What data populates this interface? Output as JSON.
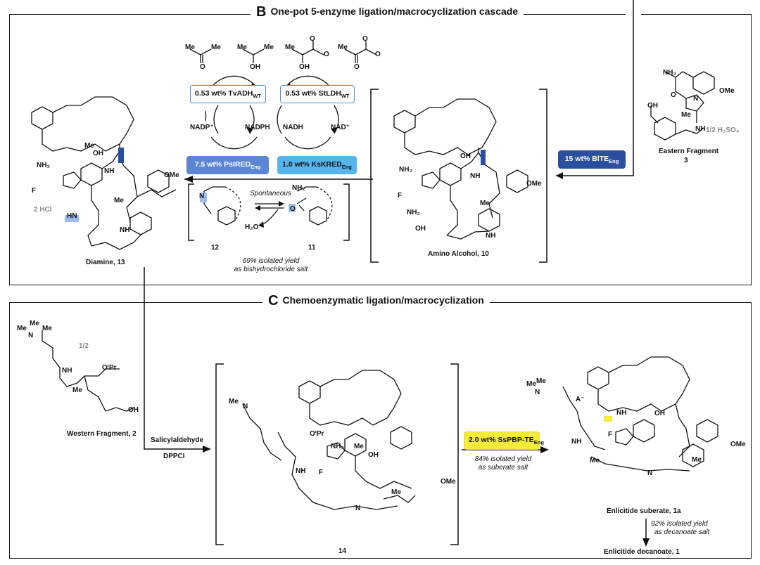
{
  "sectionB": {
    "letter": "B",
    "title": "One-pot 5-enzyme ligation/macrocyclization cascade",
    "top_cofactors": {
      "acetone": "Me‿Me (=O)",
      "isopropanol": "Me‿Me (OH)",
      "lactate": "Me (OH) CO₂⁻",
      "pyruvate": "Me (=O) CO₂⁻"
    },
    "enzymes": {
      "tvadh": "0.53 wt% TvADH",
      "tvadh_sub": "WT",
      "stldh": "0.53 wt% StLDH",
      "stldh_sub": "WT",
      "psired": "7.5 wt% PsIRED",
      "psired_sub": "Eng",
      "kskred": "1.0 wt% KsKRED",
      "kskred_sub": "Eng",
      "blte": "15 wt% BlTE",
      "blte_sub": "Eng"
    },
    "cofactors": {
      "nadp_plus": "NADP⁺",
      "nadph": "NADPH",
      "nadh": "NADH",
      "nad_plus": "NAD⁺"
    },
    "spontaneous": "Spontaneous",
    "imine_label": "12",
    "aldehyde_label": "11",
    "water": "H₂O",
    "yield_line1": "69% isolated yield",
    "yield_line2": "as bishydrochloride salt",
    "diamine_label": "Diamine, 13",
    "hcl": "2 HCl",
    "amino_alcohol_label": "Amino Alcohol, 10",
    "eastern_label": "Eastern Fragment",
    "eastern_num": "3",
    "h2so4": "1/2 H₂SO₄"
  },
  "sectionC": {
    "letter": "C",
    "title": "Chemoenzymatic ligation/macrocyclization",
    "western_label": "Western Fragment, 2",
    "reagent1": "Salicylaldehyde",
    "reagent2": "DPPCI",
    "intermediate_label": "14",
    "enzyme": "2.0 wt% SsPBP-TE",
    "enzyme_sub": "Eng",
    "yield1_line1": "84% isolated yield",
    "yield1_line2": "as suberate salt",
    "product_label": "Enlicitide suberate, 1a",
    "yield2_line1": "92% isolated yield",
    "yield2_line2": "as decanoate salt",
    "final_label": "Enlicitide decanoate, 1",
    "counterion": "A⁻",
    "sulfonate_frac": "1/2"
  },
  "atoms": {
    "me": "Me",
    "ome": "OMe",
    "f": "F",
    "n": "N",
    "nh": "NH",
    "nh2": "NH₂",
    "oh": "OH",
    "o": "O",
    "h": "H",
    "hn": "HN",
    "oipr": "OⁱPr"
  },
  "colors": {
    "blue_outline": "#4a90d9",
    "psired": "#5b86d6",
    "kskred": "#56b4ec",
    "blte": "#2b4fa0",
    "sspbp": "#f5ec3a",
    "highlight_blue": "#2b4fa0",
    "highlight_light": "#9bbcec",
    "highlight_yellow": "#f5ec3a"
  }
}
